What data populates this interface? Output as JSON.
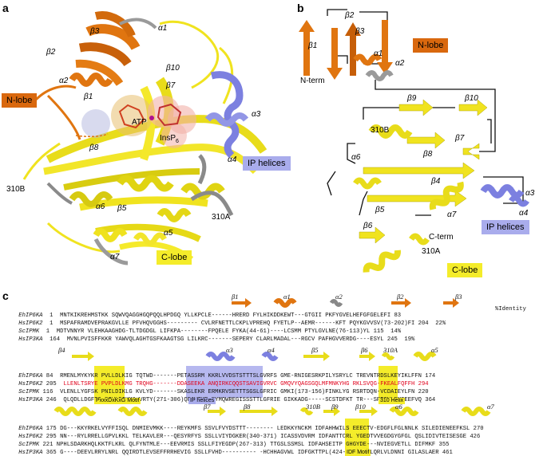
{
  "panels": {
    "a": "a",
    "b": "b",
    "c": "c"
  },
  "panel_a": {
    "n_lobe": "N-lobe",
    "c_lobe": "C-lobe",
    "ip_helices": "IP helices",
    "atp": "ATP",
    "insp6": "InsP",
    "insp6_sub": "6",
    "labels": {
      "b1": "β1",
      "b2": "β2",
      "b3": "β3",
      "a1": "α1",
      "a2": "α2",
      "b10": "β10",
      "b7": "β7",
      "b8": "β8",
      "b5": "β5",
      "a3": "α3",
      "a4": "α4",
      "a5": "α5",
      "a6": "α6",
      "a7": "α7",
      "h310a": "310A",
      "h310b": "310B"
    }
  },
  "panel_b": {
    "n_lobe": "N-lobe",
    "c_lobe": "C-lobe",
    "ip_helices": "IP helices",
    "n_term": "N-term",
    "c_term": "C-term",
    "labels": {
      "b1": "β1",
      "b2": "β2",
      "b3": "β3",
      "a1": "α1",
      "a2": "α2",
      "b9": "β9",
      "b10": "β10",
      "b7": "β7",
      "b8": "β8",
      "b4": "β4",
      "b5": "β5",
      "b6": "β6",
      "a3": "α3",
      "a4": "α4",
      "a5": "α5",
      "a6": "α6",
      "a7": "α7",
      "h310a": "310A",
      "h310b": "310B"
    }
  },
  "panel_c": {
    "identity_header": "%Identity",
    "block1": {
      "ss": [
        "β1",
        "α1",
        "α2",
        "β2",
        "β3"
      ],
      "rows": [
        {
          "name": "EhIP6KA",
          "start": "1",
          "seq": "MNTKIKREHMSTKK SQWVQAGGHGQPQQLHPDGQ YLLKPCLE------HRERD FYLHIKDDKEWT---GTGII PKFYGVELHEFGFGELEFI 83",
          "pid": ""
        },
        {
          "name": "HsIP6K2",
          "start": "1",
          "seq": "MSPAFRAMDVEPRAKGVLLE PFVHQVGGHS--------- CVLRFNETTLCKPLVPREHQ FYETLP--AEMR------KFT PQYKGVVSV(73-202)FI 204",
          "pid": "22%"
        },
        {
          "name": "ScIPMK",
          "start": "1",
          "seq": "MDTVNNYR VLEHKAAGHDG-TLTDGDGL LIFKPA--------FPQELE FYKA(44-61)----LCSMM PTYLGVLNE(76-113)YL 115",
          "pid": "14%"
        },
        {
          "name": "HsIP3KA",
          "start": "164",
          "seq": "MVNLPVISFFKKR YAWVQLAGHTGSFKAAGTSG LILKRC-------SEPERY CLARLMADAL---RGCV PAFHGVVERDG----ESYL 245",
          "pid": "19%"
        }
      ]
    },
    "block2": {
      "ss": [
        "β4",
        "α3",
        "α4",
        "β5",
        "β6",
        "310A",
        "α5"
      ],
      "rows": [
        {
          "name": "EhIP6KA",
          "start": "84",
          "seq": "RMENLMYKYKR PVLLDLKIG TQTWD-------PETASSRM KKRLVVDSTSTTTSLGVRFS GME-RNIGESRKPILYSRYLC TREVNTRDSLKEYIKLFFN 174"
        },
        {
          "name": "HsIP6K2",
          "start": "205",
          "seq": "LLENLTSRYE PVPLDLKMG TRQHG-------DDASEEKA ANQIRKCQQSTSAVIGVRVC GMQVYQAGSGQLMFMNKYHG RKLSVQG-FKEALFQFFH 294"
        },
        {
          "name": "ScIPMK",
          "start": "116",
          "seq": "VLENLLYGFSK PNILDIKLG KVLYD-------SKASLEKR ERMKRVSETTTSGSLGFRIC GMKI(173-156)FINKLYG RSRTDQN-VCDAIEYLFN 220"
        },
        {
          "name": "HsIP3KA",
          "start": "246",
          "seq": "QLQDLLDGFDG PCVLDCKMG VRTY(271-306)QRAVTKE RYMQWREGISSSTTLGFRIE GIKKADG-----SCSTDFKT TR---SREQVLRVFEEFVQ 364"
        }
      ],
      "tags": {
        "motif": "PxxxDxKxG Motif",
        "ip_helices": "IP helices",
        "three_ten": "310 Helix"
      }
    },
    "block3": {
      "ss": [
        "β7",
        "β8",
        "310B",
        "β9",
        "β10",
        "α6",
        "α7"
      ],
      "rows": [
        {
          "name": "EhIP6KA",
          "start": "175",
          "seq": "DG---KKYRKELVYFFISQL DNMIEVMKK----REYKMFS SSVLFVYDSTTT-------- LEDKKYNCKM IDFAHHWILS EEECTV-EDGFLFGLNNLK SILEDIENEEFKSL 270"
        },
        {
          "name": "HsIP6K2",
          "start": "295",
          "seq": "NN---RYLRRELLGPVLKKL TELKAVLER---QESYRFYS SSLLVIYDGKER(340-371) ICASSVDVRM IDFANTTCRL YGEDTVVEGDGYGFGL QSLIDIVTEISESGE 426"
        },
        {
          "name": "ScIPMK",
          "start": "221",
          "seq": "NPHLSDARKHQLKKTFLKRL QLFYNTMLE---EEVRMIS SSLLFIYEGDP(267-313) TTGSLSSMSL IDFAHSEITP GHGYDE---NVIEGVETLL DIFMKF 355"
        },
        {
          "name": "HsIP3KA",
          "start": "365",
          "seq": "G----DEEVLRRYLNRL QQIRDTLEVSEFFRRHEVIG SSLLFVHD---------- -HCHHAGVWL IDFGKTTPL(424-441) EDLQRLVLDNNI GILASLAER 461"
        }
      ],
      "tags": {
        "idf": "IDF Motif"
      }
    }
  }
}
